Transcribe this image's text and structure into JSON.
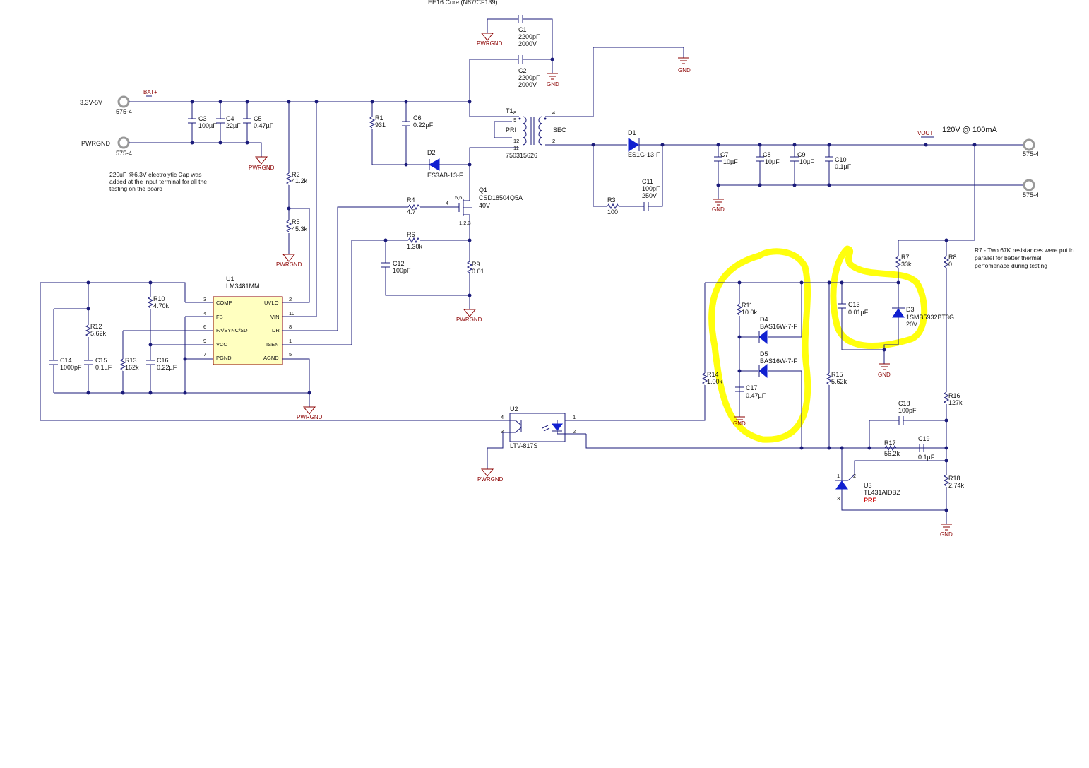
{
  "header": {
    "core": "EE16 Core (N87/CF139)"
  },
  "nets": {
    "bat_plus": "BAT+",
    "vout": "VOUT",
    "pwrgnd": "PWRGND",
    "gnd": "GND"
  },
  "terminals": {
    "in_pos_label": "3.3V-5V",
    "in_neg_label": "PWRGND",
    "part": "575-4",
    "out_label": "120V @ 100mA"
  },
  "notes": {
    "input_cap": [
      "220uF @6.3V electrolytic Cap was",
      "added at the input terminal for all the",
      "testing on the board"
    ],
    "r7": [
      "R7 - Two 67K resistances were put in",
      "parallel for better thermal",
      "perfomenace during testing"
    ]
  },
  "components": {
    "c1": {
      "ref": "C1",
      "v1": "2200pF",
      "v2": "2000V"
    },
    "c2": {
      "ref": "C2",
      "v1": "2200pF",
      "v2": "2000V"
    },
    "c3": {
      "ref": "C3",
      "v1": "100µF"
    },
    "c4": {
      "ref": "C4",
      "v1": "22µF"
    },
    "c5": {
      "ref": "C5",
      "v1": "0.47µF"
    },
    "r1": {
      "ref": "R1",
      "v1": "931"
    },
    "c6": {
      "ref": "C6",
      "v1": "0.22µF"
    },
    "t1": {
      "ref": "T1",
      "pri": "PRI",
      "sec": "SEC",
      "part": "750315626"
    },
    "d2": {
      "ref": "D2",
      "v1": "ES3AB-13-F"
    },
    "d1": {
      "ref": "D1",
      "v1": "ES1G-13-F"
    },
    "c7": {
      "ref": "C7",
      "v1": "10µF"
    },
    "c8": {
      "ref": "C8",
      "v1": "10µF"
    },
    "c9": {
      "ref": "C9",
      "v1": "10µF"
    },
    "c10": {
      "ref": "C10",
      "v1": "0.1µF"
    },
    "c11": {
      "ref": "C11",
      "v1": "100pF",
      "v2": "250V"
    },
    "r3": {
      "ref": "R3",
      "v1": "100"
    },
    "r2": {
      "ref": "R2",
      "v1": "41.2k"
    },
    "r5": {
      "ref": "R5",
      "v1": "45.3k"
    },
    "r4": {
      "ref": "R4",
      "v1": "4.7"
    },
    "q1": {
      "ref": "Q1",
      "v1": "CSD18504Q5A",
      "v2": "40V"
    },
    "r6": {
      "ref": "R6",
      "v1": "1.30k"
    },
    "c12": {
      "ref": "C12",
      "v1": "100pF"
    },
    "r9": {
      "ref": "R9",
      "v1": "0.01"
    },
    "u1": {
      "ref": "U1",
      "v1": "LM3481MM",
      "pins": [
        "COMP",
        "FB",
        "FA/SYNC/SD",
        "VCC",
        "PGND",
        "UVLO",
        "VIN",
        "DR",
        "ISEN",
        "AGND"
      ]
    },
    "r10": {
      "ref": "R10",
      "v1": "4.70k"
    },
    "r12": {
      "ref": "R12",
      "v1": "5.62k"
    },
    "c14": {
      "ref": "C14",
      "v1": "1000pF"
    },
    "c15": {
      "ref": "C15",
      "v1": "0.1µF"
    },
    "r13": {
      "ref": "R13",
      "v1": "162k"
    },
    "c16": {
      "ref": "C16",
      "v1": "0.22µF"
    },
    "u2": {
      "ref": "U2",
      "v1": "LTV-817S"
    },
    "r11": {
      "ref": "R11",
      "v1": "10.0k"
    },
    "d4": {
      "ref": "D4",
      "v1": "BAS16W-7-F"
    },
    "d5": {
      "ref": "D5",
      "v1": "BAS16W-7-F"
    },
    "c17": {
      "ref": "C17",
      "v1": "0.47µF"
    },
    "r14": {
      "ref": "R14",
      "v1": "1.00k"
    },
    "r15": {
      "ref": "R15",
      "v1": "5.62k"
    },
    "c13": {
      "ref": "C13",
      "v1": "0.01µF"
    },
    "r7": {
      "ref": "R7",
      "v1": "33k"
    },
    "d3": {
      "ref": "D3",
      "v1": "1SMB5932BT3G",
      "v2": "20V"
    },
    "r8": {
      "ref": "R8",
      "v1": "0"
    },
    "r16": {
      "ref": "R16",
      "v1": "127k"
    },
    "c18": {
      "ref": "C18",
      "v1": "100pF"
    },
    "r17": {
      "ref": "R17",
      "v1": "56.2k"
    },
    "c19": {
      "ref": "C19",
      "v1": "0.1µF"
    },
    "r18": {
      "ref": "R18",
      "v1": "2.74k"
    },
    "u3": {
      "ref": "U3",
      "v1": "TL431AIDBZ",
      "v2": "PRE"
    }
  },
  "colors": {
    "wire": "#1a1a7a",
    "ground": "#8b0000",
    "highlight": "#ffff00",
    "ic_fill": "#ffffc0",
    "diode": "#1020d0"
  }
}
